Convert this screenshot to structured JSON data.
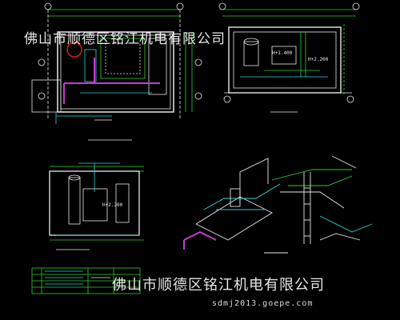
{
  "watermark": {
    "company_top": "佛山市顺德区铭江机电有限公司",
    "company_bottom": "佛山市顺德区铭江机电有限公司",
    "url": "sdmj2013.goepe.com"
  },
  "drawing": {
    "levels": [
      "H+2.200",
      "H+1.400",
      "H+2.200"
    ],
    "colors": {
      "background": "#000000",
      "line_white": "#e8e8e8",
      "line_green": "#2ed12e",
      "line_cyan": "#2fd6d6",
      "line_magenta": "#c43bd0",
      "line_red": "#e02020",
      "line_yellow": "#e6e62a"
    }
  }
}
